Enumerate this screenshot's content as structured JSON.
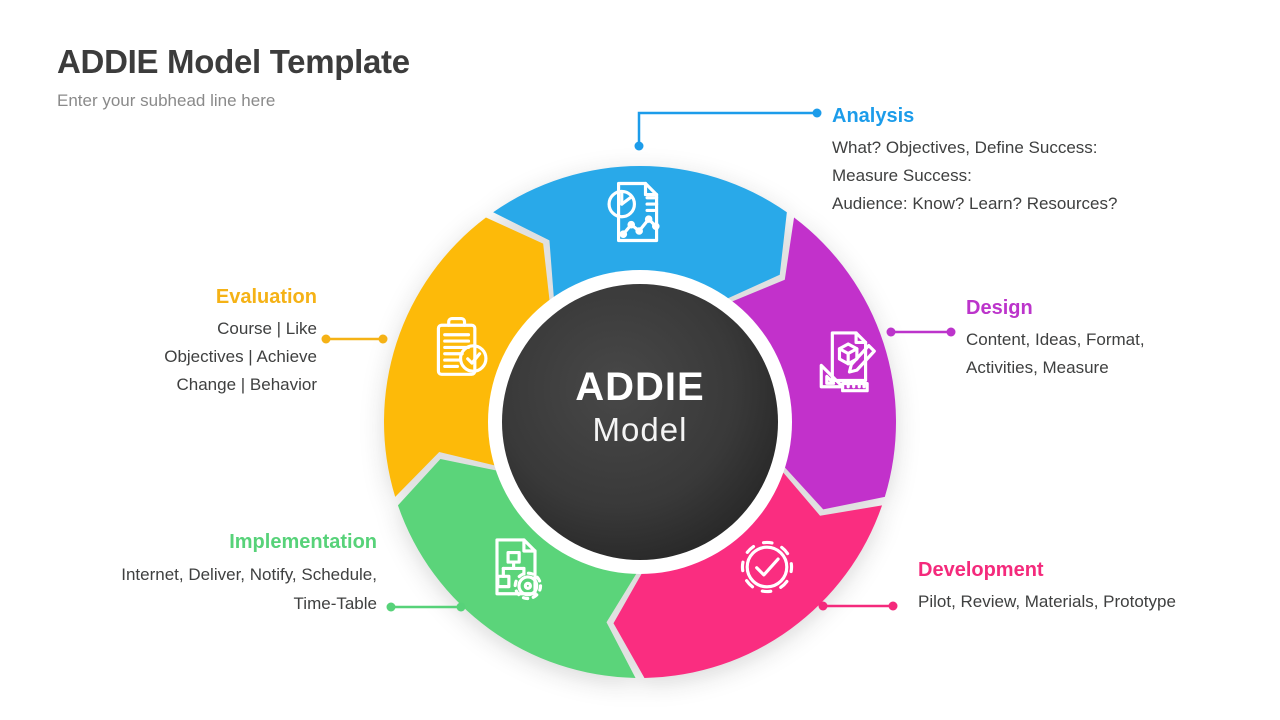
{
  "header": {
    "title": "ADDIE Model Template",
    "subhead": "Enter your subhead line here"
  },
  "center": {
    "title": "ADDIE",
    "subtitle": "Model"
  },
  "segments": [
    {
      "id": "analysis",
      "label": "Analysis",
      "color": "#29A9E9",
      "text_color": "#1C9CEA",
      "icon": "report-pie-chart-icon",
      "lines": [
        "What? Objectives, Define Success:",
        "Measure Success:",
        "Audience: Know? Learn? Resources?"
      ]
    },
    {
      "id": "design",
      "label": "Design",
      "color": "#C231CB",
      "text_color": "#BC34CB",
      "icon": "drafting-document-icon",
      "lines": [
        "Content, Ideas, Format,",
        "Activities, Measure"
      ]
    },
    {
      "id": "development",
      "label": "Development",
      "color": "#FA2D80",
      "text_color": "#F42A7C",
      "icon": "gear-check-icon",
      "lines": [
        "Pilot, Review, Materials, Prototype"
      ]
    },
    {
      "id": "implementation",
      "label": "Implementation",
      "color": "#5BD47A",
      "text_color": "#57D279",
      "icon": "flowchart-document-gear-icon",
      "lines": [
        "Internet, Deliver, Notify, Schedule,",
        "Time-Table"
      ]
    },
    {
      "id": "evaluation",
      "label": "Evaluation",
      "color": "#FDBA09",
      "text_color": "#F5B216",
      "icon": "clipboard-check-icon",
      "lines": [
        "Course | Like",
        "Objectives | Achieve",
        "Change | Behavior"
      ]
    }
  ]
}
